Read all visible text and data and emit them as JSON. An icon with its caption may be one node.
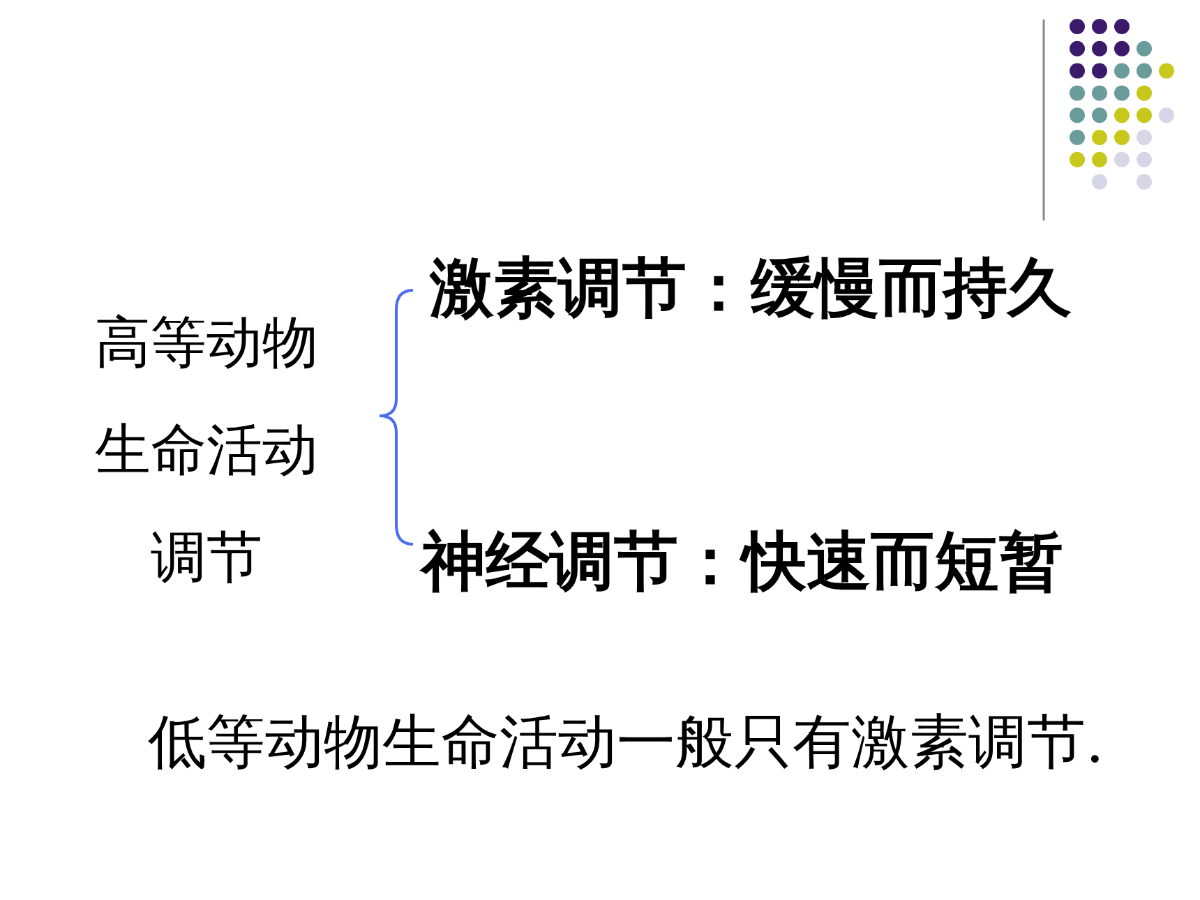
{
  "diagram": {
    "labels": [
      "高等动物生命活动调节",
      "激素调节：缓慢而持久",
      "神经调节：快速而短暂",
      "低等动物生命活动一般只有激素调节."
    ]
  }
}
